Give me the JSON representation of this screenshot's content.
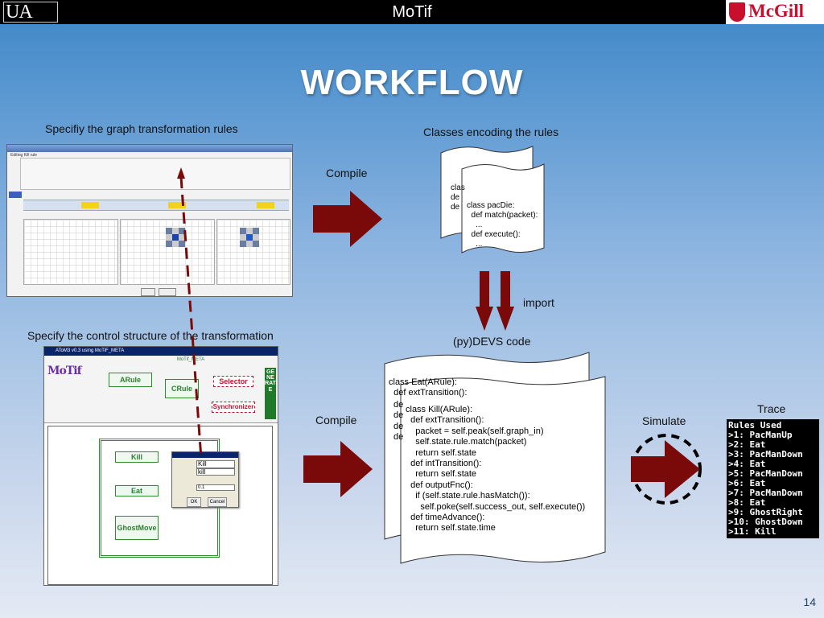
{
  "header": {
    "left_logo": "UA",
    "title": "MoTif",
    "right_logo": "McGill"
  },
  "slide": {
    "title": "WORKFLOW",
    "page_number": "14"
  },
  "labels": {
    "specify_rules": "Specifiy the graph transformation rules",
    "classes_encoding": "Classes encoding the rules",
    "compile_1": "Compile",
    "import": "import",
    "specify_control": "Specify the control structure of the transformation",
    "pydevs_code": "(py)DEVS code",
    "compile_2": "Compile",
    "simulate": "Simulate",
    "trace": "Trace"
  },
  "rule_editor": {
    "title": "Editing Kill rule",
    "name_value": "kill"
  },
  "control_editor": {
    "title": "AToM3 v0.3 using MoTiF_META",
    "toolbar_title": "MoTif_META",
    "palette": {
      "arule": "ARule",
      "crule": "CRule",
      "selector": "Selector",
      "synchronizer": "Synchronizer",
      "generate": "GENERATE"
    },
    "blocks": {
      "kill": "Kill",
      "eat": "Eat",
      "ghostmove": "GhostMove"
    },
    "dialog": {
      "name_value": "Kill",
      "id_value": "kill",
      "weight_value": "0.1",
      "ok": "OK",
      "cancel": "Cancel"
    }
  },
  "rule_class_doc": {
    "back_lines": [
      "clas",
      "de",
      "",
      "",
      "de"
    ],
    "front_lines": [
      "class pacDie:",
      "  def match(packet):",
      "    ...",
      "  def execute():",
      "    ..."
    ]
  },
  "devs_doc": {
    "back_lines": [
      "class Eat(ARule):",
      "  def extTransition():"
    ],
    "back_fragment_lines": [
      "de",
      "",
      "",
      "de",
      "",
      "de",
      "",
      "",
      "de"
    ],
    "front_lines": [
      "class Kill(ARule):",
      "  def extTransition():",
      "    packet = self.peak(self.graph_in)",
      "    self.state.rule.match(packet)",
      "    return self.state",
      "",
      "  def intTransition():",
      "    return self.state",
      "",
      "  def outputFnc():",
      "    if (self.state.rule.hasMatch()):",
      "      self.poke(self.success_out, self.execute())",
      "",
      "  def timeAdvance():",
      "    return self.state.time"
    ]
  },
  "trace_lines": [
    "Rules Used",
    ">1: PacManUp",
    ">2: Eat",
    ">3: PacManDown",
    ">4: Eat",
    ">5: PacManDown",
    ">6: Eat",
    ">7: PacManDown",
    ">8: Eat",
    ">9: GhostRight",
    ">10: GhostDown",
    ">11: Kill"
  ],
  "colors": {
    "arrow": "#7a0a0a",
    "rule_green": "#2e8b2e",
    "accent_red": "#c8102e"
  }
}
